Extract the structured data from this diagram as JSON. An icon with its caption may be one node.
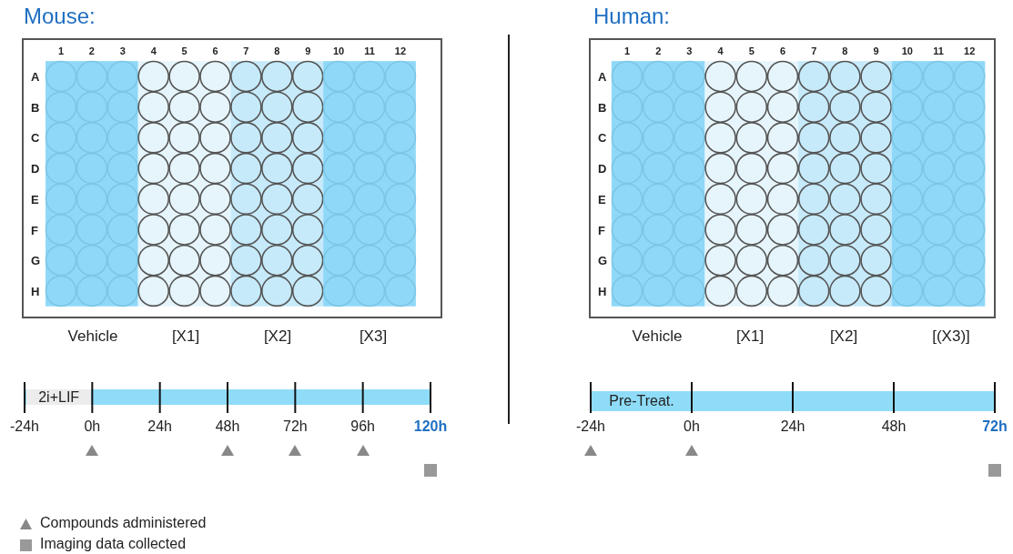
{
  "diagram": {
    "nodes": [
      {
        "text": [
          "2i+LIF"
        ]
      },
      {
        "text": [
          "Pre-Treat."
        ]
      }
    ],
    "edges": [],
    "labels": [
      "Mouse:",
      "1",
      "2",
      "3",
      "4",
      "5",
      "6",
      "7",
      "8",
      "9",
      "10",
      "11",
      "12",
      "A",
      "B",
      "C",
      "D",
      "E",
      "F",
      "G",
      "H",
      "Vehicle",
      "[X1]",
      "[X2]",
      "[X3]",
      "-24h",
      "0h",
      "24h",
      "48h",
      "72h",
      "96h",
      "120h",
      "Human:",
      "1",
      "2",
      "3",
      "4",
      "5",
      "6",
      "7",
      "8",
      "9",
      "10",
      "11",
      "12",
      "A",
      "B",
      "C",
      "D",
      "E",
      "F",
      "G",
      "H",
      "Vehicle",
      "[X1]",
      "[X2]",
      "[(X3)]",
      "-24h",
      "0h",
      "24h",
      "48h",
      "72h"
    ],
    "legend": [
      {
        "text": "Compounds administered"
      },
      {
        "text": "Imaging data collected"
      }
    ]
  }
}
